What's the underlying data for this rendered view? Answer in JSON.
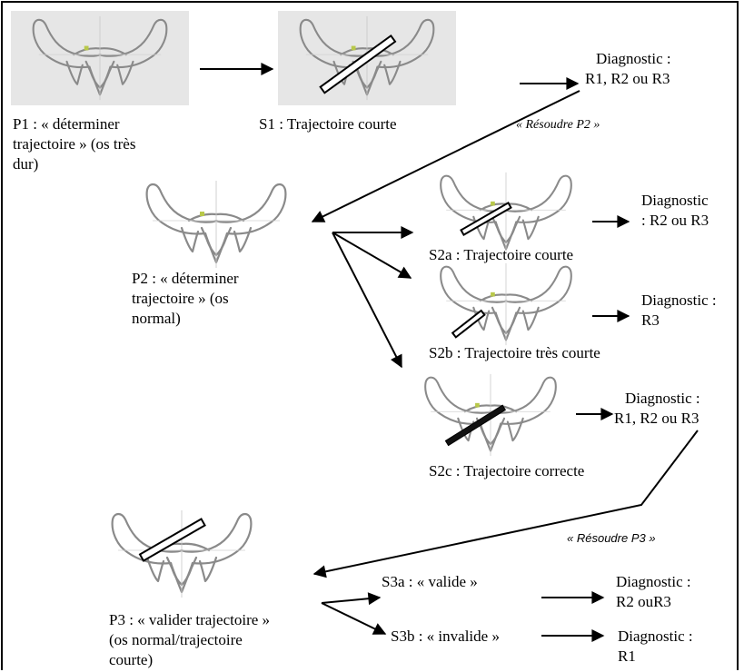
{
  "figures": [
    {
      "id": "p1",
      "caption": "P1 : « déterminer trajectoire » (os très dur)"
    },
    {
      "id": "s1",
      "caption": "S1 : Trajectoire courte"
    },
    {
      "id": "p2",
      "caption": "P2 : « déterminer trajectoire » (os normal)"
    },
    {
      "id": "s2a",
      "caption": "S2a : Trajectoire courte"
    },
    {
      "id": "s2b",
      "caption": "S2b : Trajectoire très courte"
    },
    {
      "id": "s2c",
      "caption": "S2c : Trajectoire correcte"
    },
    {
      "id": "p3",
      "caption": "P3 : « valider trajectoire » (os normal/trajectoire courte)"
    }
  ],
  "labels": {
    "p1_l1": "P1 : « déterminer",
    "p1_l2": "trajectoire » (os très",
    "p1_l3": "dur)",
    "s1": "S1 : Trajectoire courte",
    "p2_l1": "P2 : « déterminer",
    "p2_l2": "trajectoire » (os",
    "p2_l3": "normal)",
    "s2a": "S2a : Trajectoire courte",
    "s2b": "S2b : Trajectoire très courte",
    "s2c": "S2c : Trajectoire correcte",
    "p3_l1": "P3 : « valider trajectoire »",
    "p3_l2": "(os normal/trajectoire",
    "p3_l3": "courte)",
    "s3a": "S3a : « valide »",
    "s3b": "S3b : « invalide »"
  },
  "diagnostics": {
    "d1_l1": "Diagnostic :",
    "d1_l2": "R1, R2 ou R3",
    "d2a_l1": "Diagnostic",
    "d2a_l2": ": R2 ou R3",
    "d2b_l1": "Diagnostic :",
    "d2b_l2": "R3",
    "d2c_l1": "Diagnostic :",
    "d2c_l2": "R1, R2 ou R3",
    "d3a_l1": "Diagnostic :",
    "d3a_l2": "R2 ouR3",
    "d3b_l1": "Diagnostic :",
    "d3b_l2": "R1"
  },
  "annotations": {
    "resoudre_p2": "« Résoudre P2 »",
    "resoudre_p3": "« Résoudre P3 »"
  },
  "colors": {
    "bone_stroke": "#8a8a8a",
    "shaded_bg": "#e6e6e6",
    "accent_green": "#b8c84a"
  }
}
